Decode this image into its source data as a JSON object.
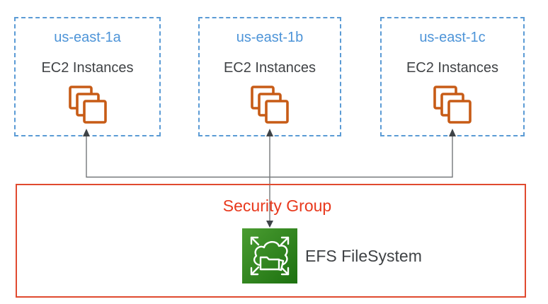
{
  "zones": [
    {
      "label": "us-east-1a",
      "service": "EC2 Instances"
    },
    {
      "label": "us-east-1b",
      "service": "EC2 Instances"
    },
    {
      "label": "us-east-1c",
      "service": "EC2 Instances"
    }
  ],
  "security_group": {
    "label": "Security Group"
  },
  "efs": {
    "label": "EFS FileSystem"
  },
  "icons": {
    "ec2": "ec2-instances-stack-icon",
    "efs": "efs-filesystem-icon",
    "arrows": "connector-arrows"
  },
  "colors": {
    "az_border": "#5B9BD5",
    "az_label": "#4D94D8",
    "text_dark": "#3F4245",
    "ec2_icon": "#C75B16",
    "sg_border": "#E04A2F",
    "sg_label": "#E8391D",
    "connector": "#75787B",
    "arrowhead": "#3E4347",
    "efs_green_light": "#4A9C31",
    "efs_green_dark": "#1D7110"
  }
}
